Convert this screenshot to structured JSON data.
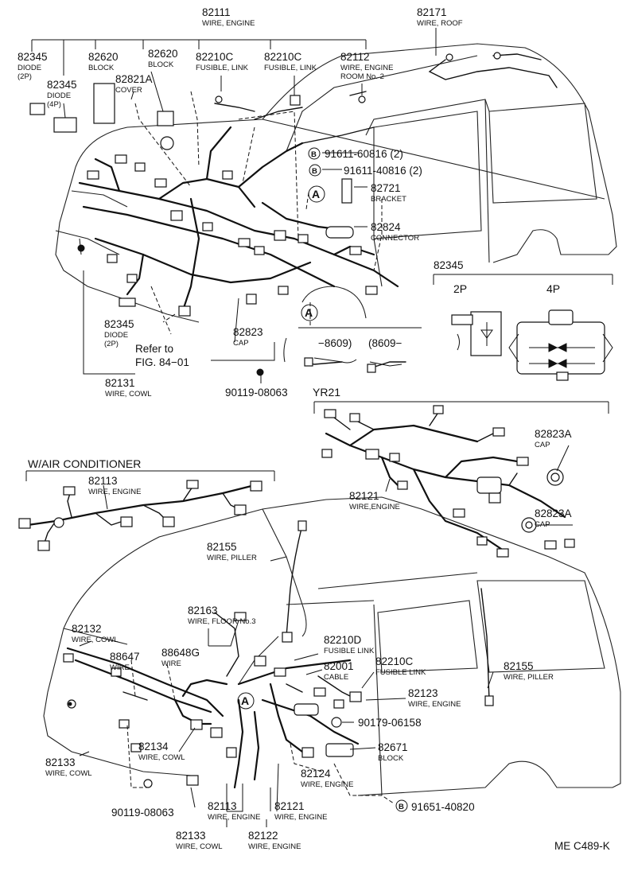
{
  "diagram_code": "ME C489-K",
  "sections": {
    "air_conditioner": "W/AIR CONDITIONER",
    "yr21": "YR21",
    "diode_types": {
      "two_pin": "2P",
      "four_pin": "4P"
    }
  },
  "callouts": {
    "a": "A",
    "b": "B"
  },
  "refer": {
    "line1": "Refer to",
    "line2": "FIG. 84−01"
  },
  "detail_a_parts": {
    "left": "−8609)",
    "right": "(8609−"
  },
  "parts": {
    "p82111": {
      "num": "82111",
      "desc": "WIRE, ENGINE"
    },
    "p82171": {
      "num": "82171",
      "desc": "WIRE, ROOF"
    },
    "p82345_top": {
      "num": "82345",
      "desc1": "DIODE",
      "desc2": "(2P)"
    },
    "p82620_a": {
      "num": "82620",
      "desc": "BLOCK"
    },
    "p82620_b": {
      "num": "82620",
      "desc": "BLOCK"
    },
    "p82210c_a": {
      "num": "82210C",
      "desc": "FUSIBLE, LINK"
    },
    "p82210c_b": {
      "num": "82210C",
      "desc": "FUSIBLE, LINK"
    },
    "p82112": {
      "num": "82112",
      "desc1": "WIRE, ENGINE",
      "desc2": "ROOM No. 2"
    },
    "p82345_4p": {
      "num": "82345",
      "desc1": "DIODE",
      "desc2": "(4P)"
    },
    "p82821a": {
      "num": "82821A",
      "desc": "COVER"
    },
    "p91611_60816": {
      "num": "91611-60816 (2)"
    },
    "p91611_40816": {
      "num": "91611-40816 (2)"
    },
    "p82721": {
      "num": "82721",
      "desc": "BRACKET"
    },
    "p82824": {
      "num": "82824",
      "desc": "CONNECTOR"
    },
    "p82345_right": {
      "num": "82345"
    },
    "p82345_low": {
      "num": "82345",
      "desc1": "DIODE",
      "desc2": "(2P)"
    },
    "p82823": {
      "num": "82823",
      "desc": "CAP"
    },
    "p82131": {
      "num": "82131",
      "desc": "WIRE, COWL"
    },
    "p90119_a": {
      "num": "90119-08063"
    },
    "p82823a_a": {
      "num": "82823A",
      "desc": "CAP"
    },
    "p82823a_b": {
      "num": "82823A",
      "desc": "CAP"
    },
    "p82121_yr": {
      "num": "82121",
      "desc": "WIRE,ENGINE"
    },
    "p82113_ac": {
      "num": "82113",
      "desc": "WIRE, ENGINE"
    },
    "p82155_a": {
      "num": "82155",
      "desc": "WIRE, PILLER"
    },
    "p82163": {
      "num": "82163",
      "desc": "WIRE, FLOOR No.3"
    },
    "p82132": {
      "num": "82132",
      "desc": "WIRE, COWL"
    },
    "p88647": {
      "num": "88647",
      "desc": "WIRE"
    },
    "p88648g": {
      "num": "88648G",
      "desc": "WIRE"
    },
    "p82210d": {
      "num": "82210D",
      "desc": "FUSIBLE LINK"
    },
    "p82001": {
      "num": "82001",
      "desc": "CABLE"
    },
    "p82210c_c": {
      "num": "82210C",
      "desc": "FUSIBLE LINK"
    },
    "p82123": {
      "num": "82123",
      "desc": "WIRE, ENGINE"
    },
    "p82155_b": {
      "num": "82155",
      "desc": "WIRE, PILLER"
    },
    "p90179": {
      "num": "90179-06158"
    },
    "p82671": {
      "num": "82671",
      "desc": "BLOCK"
    },
    "p82133_a": {
      "num": "82133",
      "desc": "WIRE, COWL"
    },
    "p82134": {
      "num": "82134",
      "desc": "WIRE, COWL"
    },
    "p82124": {
      "num": "82124",
      "desc": "WIRE, ENGINE"
    },
    "p91651": {
      "num": "91651-40820"
    },
    "p90119_b": {
      "num": "90119-08063"
    },
    "p82113_b": {
      "num": "82113",
      "desc": "WIRE, ENGINE"
    },
    "p82121_b": {
      "num": "82121",
      "desc": "WIRE, ENGINE"
    },
    "p82133_b": {
      "num": "82133",
      "desc": "WIRE, COWL"
    },
    "p82122": {
      "num": "82122",
      "desc": "WIRE, ENGINE"
    }
  }
}
